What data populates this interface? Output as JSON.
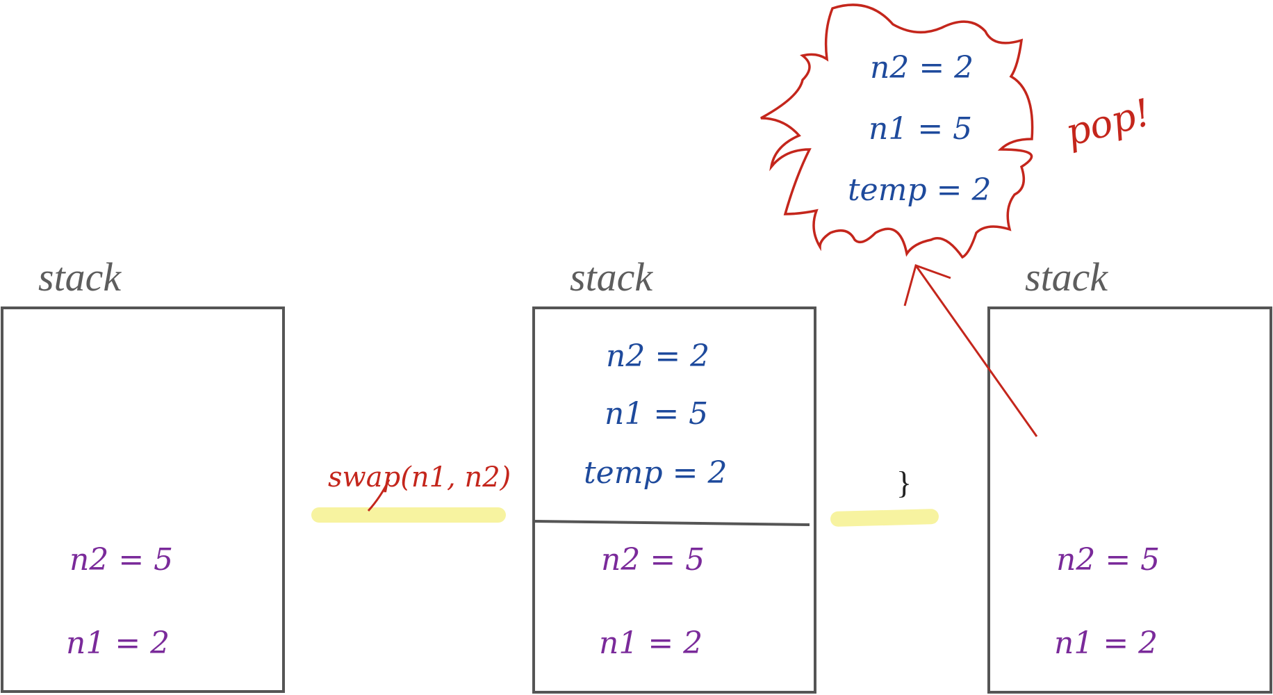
{
  "stacks": [
    {
      "title": "stack",
      "top_frame": [],
      "bottom_frame": [
        "n2 = 5",
        "n1 = 2"
      ]
    },
    {
      "title": "stack",
      "top_frame": [
        "n2 = 2",
        "n1 = 5",
        "temp = 2"
      ],
      "bottom_frame": [
        "n2 = 5",
        "n1 = 2"
      ]
    },
    {
      "title": "stack",
      "top_frame": [],
      "bottom_frame": [
        "n2 = 5",
        "n1 = 2"
      ]
    }
  ],
  "call_label": "swap(n1, n2)",
  "return_label": "}",
  "popped_frame": [
    "n2 = 2",
    "n1 = 5",
    "temp = 2"
  ],
  "pop_label": "pop!",
  "colors": {
    "frame_box": "#555555",
    "top_frame_text": "#1e4a9c",
    "bottom_frame_text": "#7a2a9a",
    "annotation": "#c4261c",
    "highlight": "#f7f3a0"
  }
}
